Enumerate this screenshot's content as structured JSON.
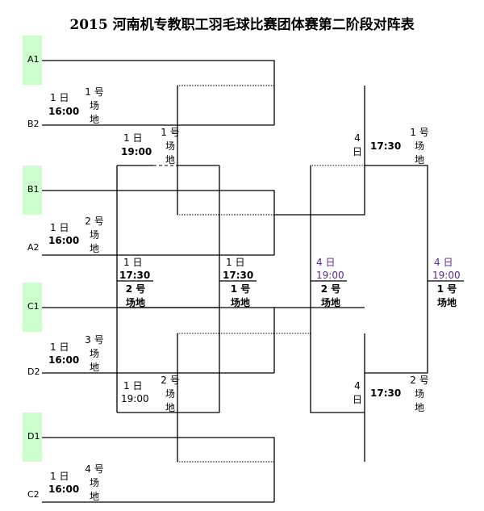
{
  "title": "2015 河南机专教职工羽毛球比赛团体赛第二阶段对阵表",
  "teams": [
    "A1",
    "B2",
    "B1",
    "A2",
    "C1",
    "D2",
    "D1",
    "C2"
  ],
  "matches": [
    {
      "day": "1 日",
      "time": "16:00",
      "court": "1 号 场 地"
    },
    {
      "day": "1 日",
      "time": "19:00",
      "court": "1 号 场 地"
    },
    {
      "day": "1 日",
      "time": "16:00",
      "court": "2 号 场 地"
    },
    {
      "day": "1 日",
      "time": "17:30",
      "court": "2 号 场地"
    },
    {
      "day": "1 日",
      "time": "17:30",
      "court": "1 号 场地"
    },
    {
      "day": "4 日",
      "time": "19:00",
      "court": "2 号 场地"
    },
    {
      "day": "4 日",
      "time": "19:00",
      "court": "1 号 场地"
    },
    {
      "day": "4 日",
      "time": "17:30",
      "court": "1 号 场 地"
    },
    {
      "day": "1 日",
      "time": "16:00",
      "court": "3 号 场 地"
    },
    {
      "day": "1 日",
      "time": "19:00",
      "court": "2 号 场 地"
    },
    {
      "day": "4 日",
      "time": "17:30",
      "court": "2 号 场 地"
    },
    {
      "day": "1 日",
      "time": "16:00",
      "court": "4 号 场 地"
    }
  ],
  "colors": {
    "highlight": "#ccffcc",
    "day4": "#5a2a82"
  }
}
